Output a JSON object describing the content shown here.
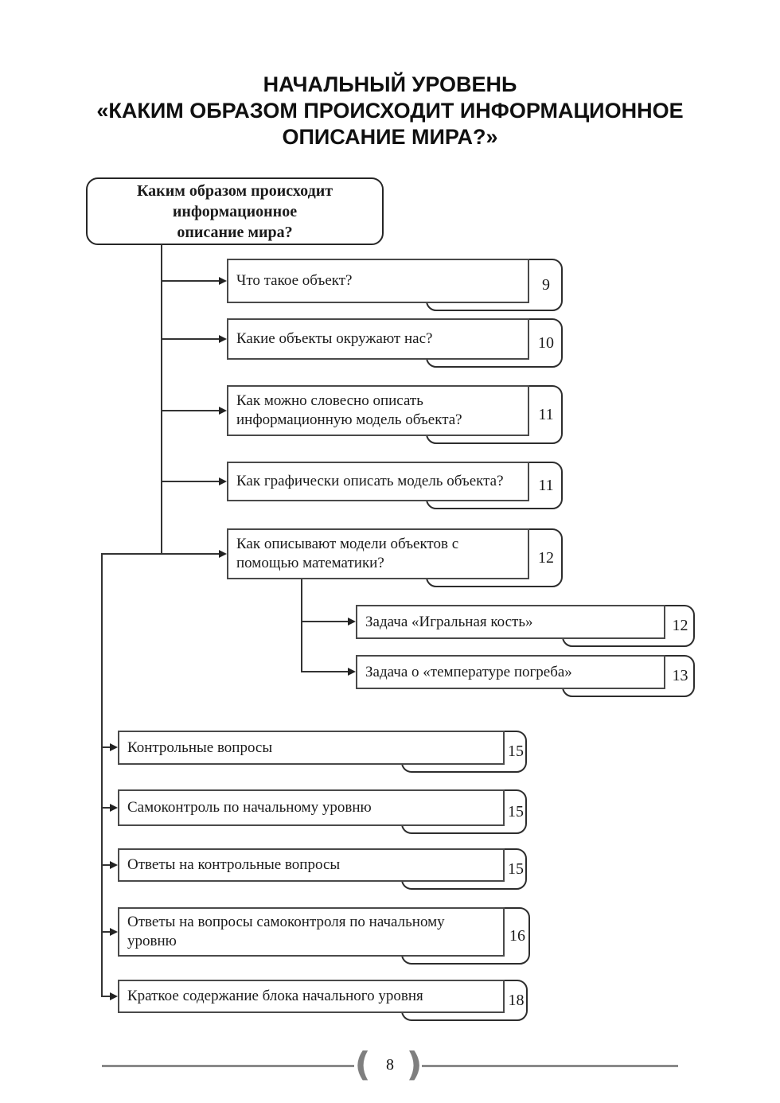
{
  "title": {
    "lines": [
      "НАЧАЛЬНЫЙ УРОВЕНЬ",
      "«КАКИМ ОБРАЗОМ ПРОИСХОДИТ ИНФОРМАЦИОННОЕ",
      "ОПИСАНИЕ МИРА?»"
    ]
  },
  "root": {
    "lines": [
      "Каким образом происходит",
      "информационное",
      "описание мира?"
    ]
  },
  "items": [
    {
      "label": "Что такое объект?",
      "page": "9"
    },
    {
      "label": "Какие объекты окружают нас?",
      "page": "10"
    },
    {
      "label": "Как можно словесно описать информационную модель объекта?",
      "page": "11"
    },
    {
      "label": "Как графически описать модель объекта?",
      "page": "11"
    },
    {
      "label": "Как описывают модели объектов с помощью математики?",
      "page": "12"
    },
    {
      "label": "Задача «Игральная кость»",
      "page": "12"
    },
    {
      "label": "Задача о «температуре погреба»",
      "page": "13"
    },
    {
      "label": "Контрольные вопросы",
      "page": "15"
    },
    {
      "label": "Самоконтроль по начальному уровню",
      "page": "15"
    },
    {
      "label": "Ответы на контрольные вопросы",
      "page": "15"
    },
    {
      "label": "Ответы на вопросы самоконтроля по начальному уровню",
      "page": "16"
    },
    {
      "label": "Краткое содержание блока начального уровня",
      "page": "18"
    }
  ],
  "footer": {
    "page_number": "8",
    "left_bracket": "(",
    "right_bracket": ")"
  },
  "colors": {
    "background": "#ffffff",
    "box_border": "#4a4a4a",
    "tab_border": "#2d2d2d",
    "connector": "#333333",
    "footer_line": "#8a8a8a"
  }
}
